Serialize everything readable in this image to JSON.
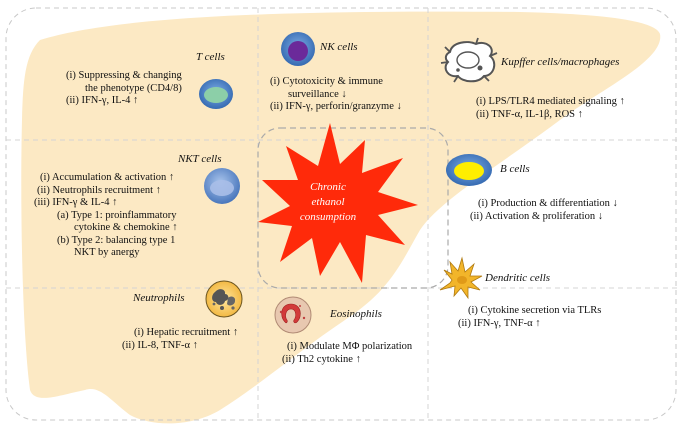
{
  "center": {
    "lines": [
      "Chronic",
      "ethanol",
      "consumption"
    ]
  },
  "cells": {
    "t_cells": {
      "title": "T cells",
      "items": [
        "(i) Suppressing & changing",
        "the phenotype (CD4/8)",
        "(ii) IFN-γ, IL-4 ↑"
      ]
    },
    "nk_cells": {
      "title": "NK cells",
      "items": [
        "(i) Cytotoxicity & immune",
        "surveillance ↓",
        "(ii) IFN-γ, perforin/granzyme ↓"
      ]
    },
    "kupffer": {
      "title": "Kupffer cells/macrophages",
      "items": [
        "(i) LPS/TLR4 mediated signaling ↑",
        "(ii) TNF-α, IL-1β, ROS ↑"
      ]
    },
    "nkt_cells": {
      "title": "NKT cells",
      "items": [
        "(i) Accumulation & activation ↑",
        "(ii) Neutrophils recruitment ↑",
        "(iii) IFN-γ & IL-4 ↑",
        "(a) Type 1: proinflammatory",
        "cytokine & chemokine ↑",
        "(b) Type 2: balancing type 1",
        "NKT by anergy"
      ]
    },
    "b_cells": {
      "title": "B cells",
      "items": [
        "(i) Production & differentiation ↓",
        "(ii) Activation & proliferation ↓"
      ]
    },
    "dendritic": {
      "title": "Dendritic cells",
      "items": [
        "(i) Cytokine secretion via TLRs",
        "(ii) IFN-γ, TNF-α ↑"
      ]
    },
    "neutrophils": {
      "title": "Neutrophils",
      "items": [
        "(i) Hepatic recruitment ↑",
        "(ii) IL-8, TNF-α ↑"
      ]
    },
    "eosinophils": {
      "title": "Eosinophils",
      "items": [
        "(i) Modulate MΦ polarization",
        "(ii) Th2 cytokine ↑"
      ]
    }
  },
  "colors": {
    "liver": "#fce9c4",
    "burst": "#ff2a0a",
    "cell_blue": "#4a7fc0",
    "nk_purple": "#6b2a9a",
    "b_yellow": "#ffee00",
    "t_green": "#8ccfa8",
    "dendritic_gold": "#f2b52a"
  }
}
